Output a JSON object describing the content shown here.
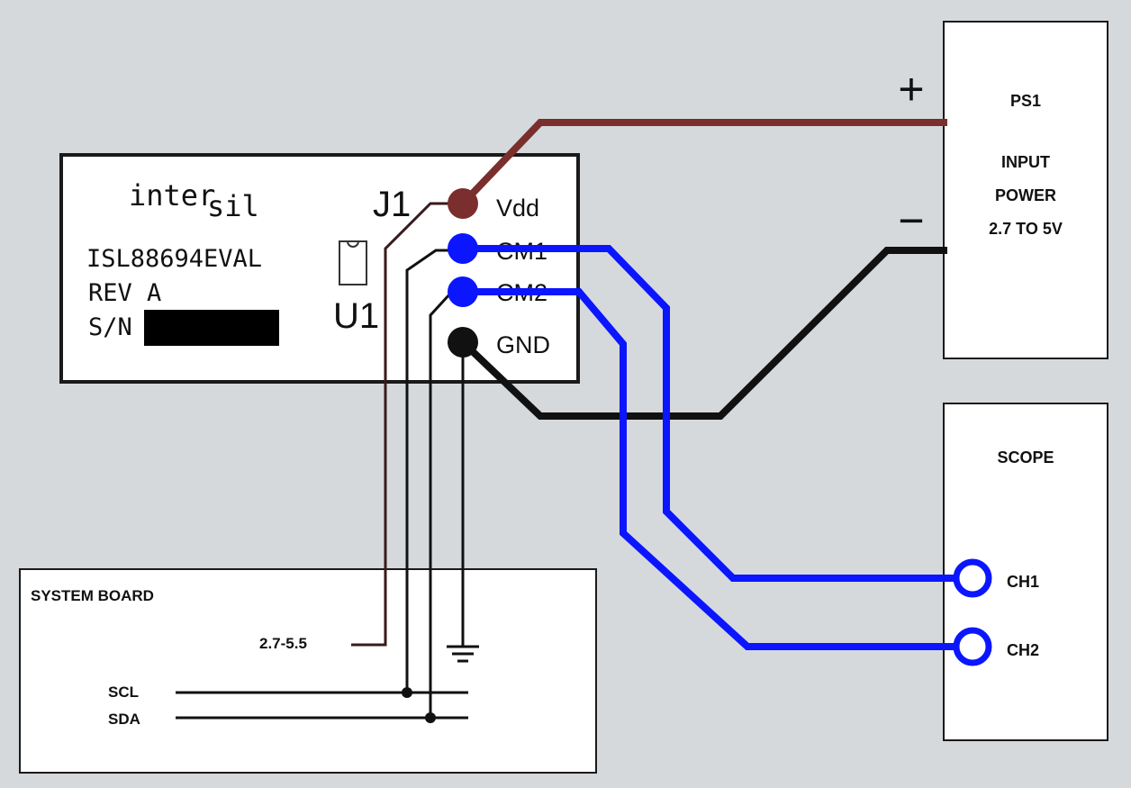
{
  "colors": {
    "background": "#d6d9dc",
    "panel": "#ffffff",
    "outline": "#1a1a1a",
    "vdd_wire": "#7a2e2e",
    "probe_wire": "#0b16ff",
    "gnd_wire": "#111111",
    "thin_wire": "#3a1a1a"
  },
  "eval_board": {
    "logo_main": "inter",
    "logo_sub": "sil",
    "part_number": "ISL88694EVAL",
    "revision": "REV A",
    "serial_label": "S/N",
    "connector_label": "J1",
    "chip_label": "U1",
    "pins": [
      "Vdd",
      "CM1",
      "CM2",
      "GND"
    ]
  },
  "power_supply": {
    "name": "PS1",
    "lines": [
      "INPUT",
      "POWER",
      "2.7 TO 5V"
    ],
    "plus_terminal": "+",
    "minus_terminal": "−"
  },
  "scope": {
    "name": "SCOPE",
    "channels": [
      "CH1",
      "CH2"
    ]
  },
  "system_board": {
    "title": "SYSTEM BOARD",
    "supply_label": "2.7-5.5",
    "signals": [
      "SCL",
      "SDA"
    ],
    "ground_icon": "ground-icon"
  }
}
